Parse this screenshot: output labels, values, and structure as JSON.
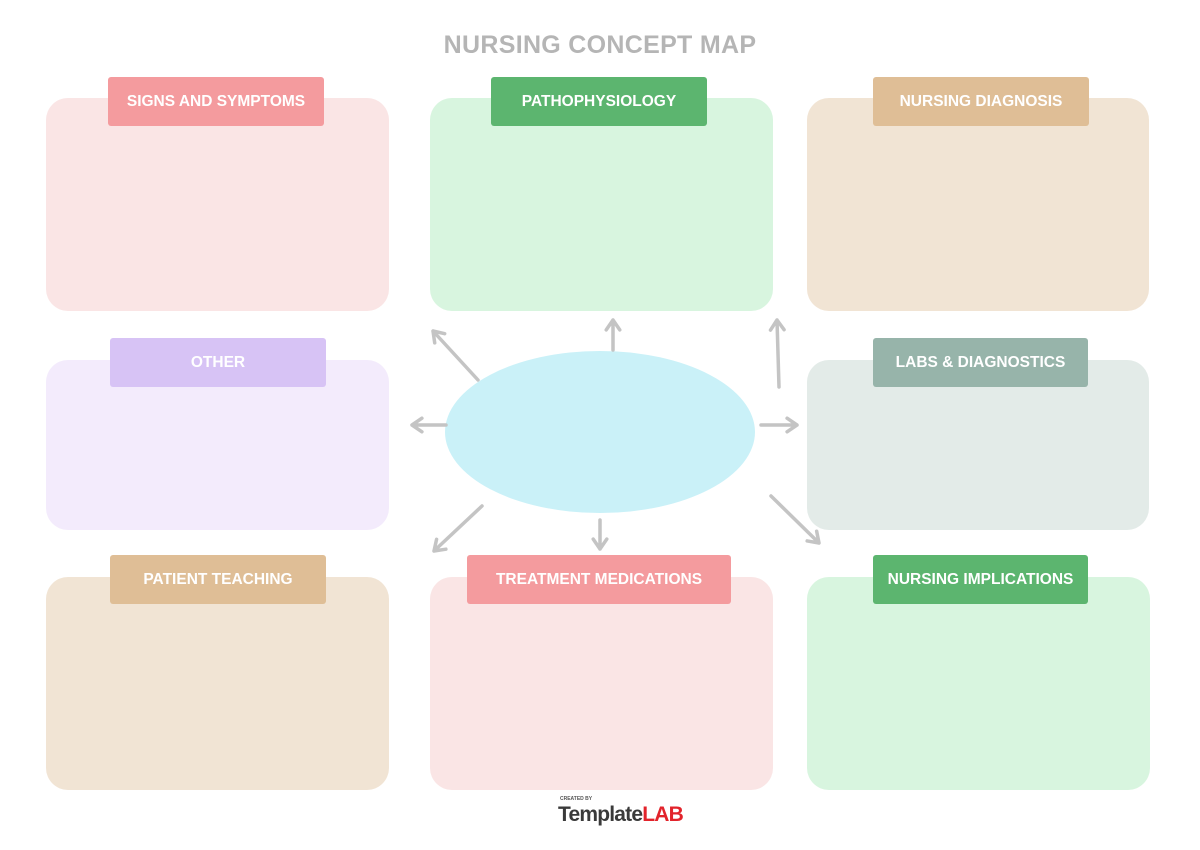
{
  "title": "NURSING CONCEPT MAP",
  "sections": [
    {
      "label": "SIGNS AND SYMPTOMS",
      "box_color": "#fae5e5",
      "label_color": "#f49b9e"
    },
    {
      "label": "PATHOPHYSIOLOGY",
      "box_color": "#d8f5df",
      "label_color": "#5cb56f"
    },
    {
      "label": "NURSING DIAGNOSIS",
      "box_color": "#f1e4d4",
      "label_color": "#dfbe96"
    },
    {
      "label": "OTHER",
      "box_color": "#f3ebfc",
      "label_color": "#d7c3f5"
    },
    {
      "label": "LABS & DIAGNOSTICS",
      "box_color": "#e3ebe8",
      "label_color": "#97b4aa"
    },
    {
      "label": "PATIENT TEACHING",
      "box_color": "#f1e4d4",
      "label_color": "#dfbe96"
    },
    {
      "label": "TREATMENT MEDICATIONS",
      "box_color": "#fae5e5",
      "label_color": "#f49b9e"
    },
    {
      "label": "NURSING IMPLICATIONS",
      "box_color": "#d8f5df",
      "label_color": "#5cb56f"
    }
  ],
  "center_color": "#caf1f8",
  "arrow_color": "#c4c4c4",
  "logo": {
    "created_by": "CREATED BY",
    "template": "Template",
    "lab": "LAB"
  }
}
